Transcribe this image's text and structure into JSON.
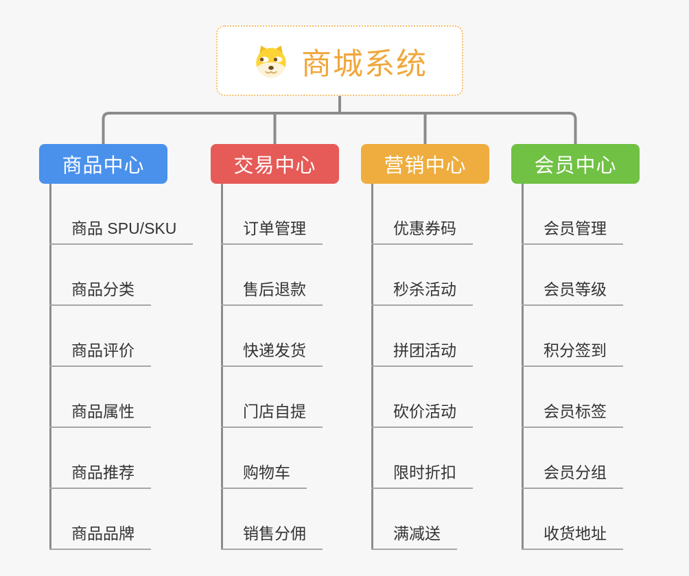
{
  "root": {
    "title": "商城系统",
    "icon": "doge-icon",
    "text_color": "#f0a73b",
    "border_color": "#f4bd66"
  },
  "branches": [
    {
      "label": "商品中心",
      "color": "#4a91ec",
      "items": [
        "商品 SPU/SKU",
        "商品分类",
        "商品评价",
        "商品属性",
        "商品推荐",
        "商品品牌"
      ]
    },
    {
      "label": "交易中心",
      "color": "#e65b57",
      "items": [
        "订单管理",
        "售后退款",
        "快递发货",
        "门店自提",
        "购物车",
        "销售分佣"
      ]
    },
    {
      "label": "营销中心",
      "color": "#eead3e",
      "items": [
        "优惠券码",
        "秒杀活动",
        "拼团活动",
        "砍价活动",
        "限时折扣",
        "满减送"
      ]
    },
    {
      "label": "会员中心",
      "color": "#70c144",
      "items": [
        "会员管理",
        "会员等级",
        "积分签到",
        "会员标签",
        "会员分组",
        "收货地址"
      ]
    }
  ],
  "colors": {
    "background": "#f7f7f7",
    "connector": "#8b8b8b",
    "item_text": "#333333",
    "item_underline": "#a6a6a6",
    "node_text": "#ffffff",
    "root_background": "#ffffff"
  }
}
